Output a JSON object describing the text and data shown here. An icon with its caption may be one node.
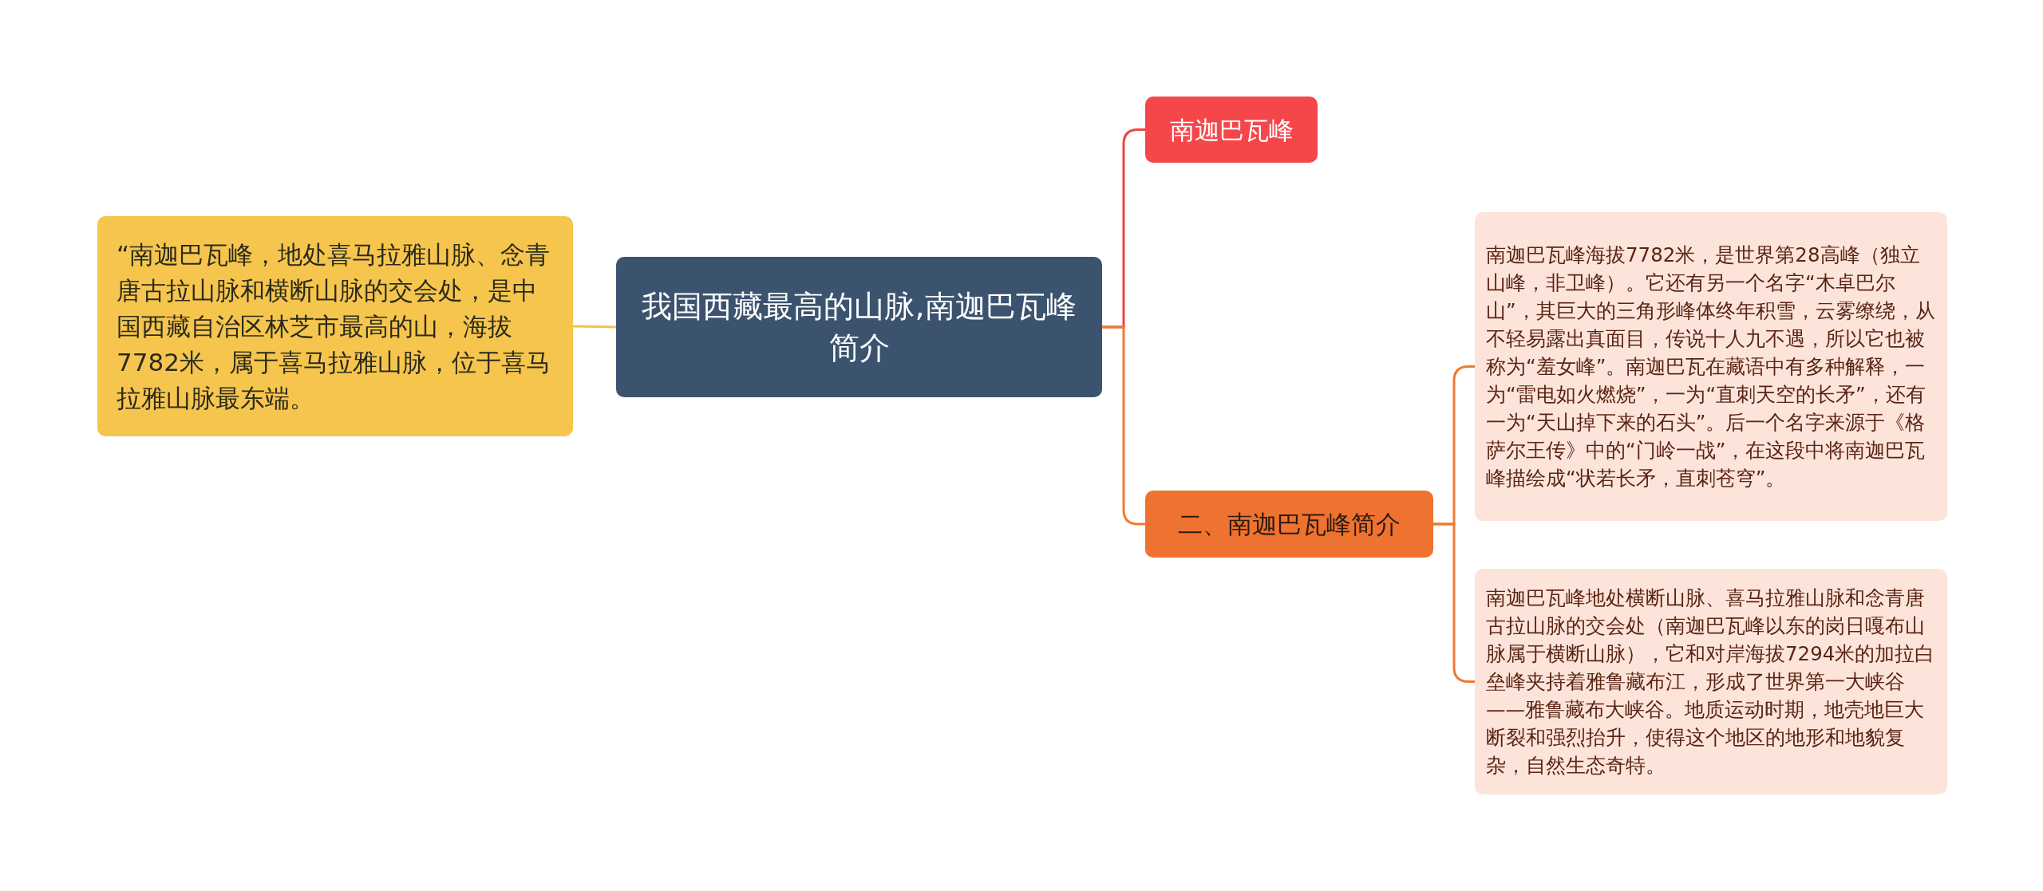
{
  "diagram": {
    "nodes": [
      {
        "text": [
          "我国西藏最高的山脉,南迦巴瓦峰简介"
        ]
      },
      {
        "text": [
          "“南迦巴瓦峰，地处喜马拉雅山脉、念青唐古拉山脉和横断山脉的交会处，是中国西藏自治区林芝市最高的山，海拔7782米，属于喜马拉雅山脉，位于喜马拉雅山脉最东端。"
        ]
      },
      {
        "text": [
          "南迦巴瓦峰"
        ]
      },
      {
        "text": [
          "二、南迦巴瓦峰简介"
        ]
      },
      {
        "text": [
          "南迦巴瓦峰海拔7782米，是世界第28高峰（独立山峰，非卫峰）。它还有另一个名字“木卓巴尔山”，其巨大的三角形峰体终年积雪，云雾缭绕，从不轻易露出真面目，传说十人九不遇，所以它也被称为“羞女峰”。南迦巴瓦在藏语中有多种解释，一为“雷电如火燃烧”，一为“直刺天空的长矛”，还有一为“天山掉下来的石头”。后一个名字来源于《格萨尔王传》中的“门岭一战”，在这段中将南迦巴瓦峰描绘成“状若长矛，直刺苍穹”。"
        ]
      },
      {
        "text": [
          "南迦巴瓦峰地处横断山脉、喜马拉雅山脉和念青唐古拉山脉的交会处（南迦巴瓦峰以东的岗日嘎布山脉属于横断山脉），它和对岸海拔7294米的加拉白垒峰夹持着雅鲁藏布江，形成了世界第一大峡谷——雅鲁藏布大峡谷。地质运动时期，地壳地巨大断裂和强烈抬升，使得这个地区的地形和地貌复杂，自然生态奇特。"
        ]
      }
    ],
    "edges": [
      {
        "from": 0,
        "to": 1,
        "arrow": "none",
        "color": "#f5c342"
      },
      {
        "from": 0,
        "to": 2,
        "arrow": "none",
        "color": "#ee4444"
      },
      {
        "from": 0,
        "to": 3,
        "arrow": "none",
        "color": "#ee7a30"
      },
      {
        "from": 3,
        "to": 4,
        "arrow": "none",
        "color": "#ee7a30"
      },
      {
        "from": 3,
        "to": 5,
        "arrow": "none",
        "color": "#ee7a30"
      }
    ]
  }
}
